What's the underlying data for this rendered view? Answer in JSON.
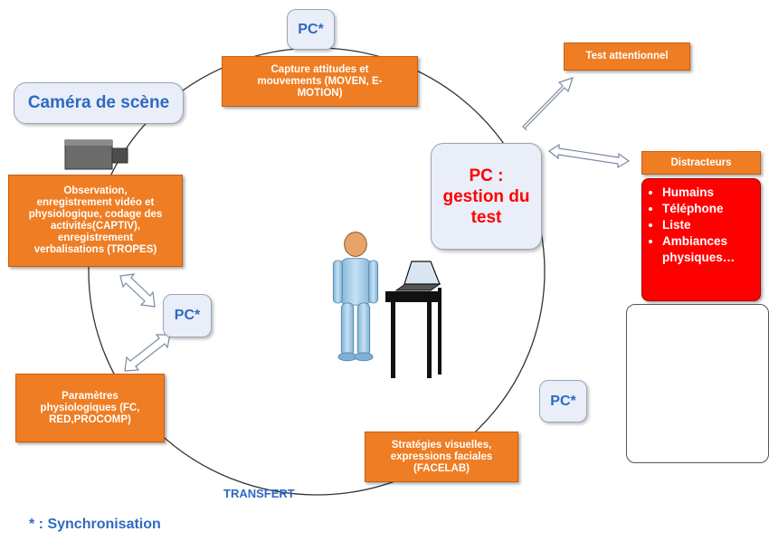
{
  "camera": {
    "title": "Caméra de scène"
  },
  "boxes": {
    "observation": {
      "lines": [
        "Observation,",
        "enregistrement vidéo et",
        "physiologique, codage des",
        "activités(CAPTIV),",
        "enregistrement",
        "verbalisations (TROPES)"
      ]
    },
    "capture": {
      "lines": [
        "Capture attitudes et",
        "mouvements (MOVEN, E-",
        "MOTION)"
      ]
    },
    "test_attentionnel": {
      "lines": [
        "Test attentionnel"
      ]
    },
    "distracteurs": {
      "lines": [
        "Distracteurs"
      ]
    },
    "parametres": {
      "lines": [
        "Paramètres",
        "physiologiques (FC,",
        "RED,PROCOMP)"
      ]
    },
    "strategies": {
      "lines": [
        "Stratégies visuelles,",
        "expressions faciales",
        "(FACELAB)"
      ]
    }
  },
  "pc_badges": {
    "top": "PC*",
    "left": "PC*",
    "bottom_right": "PC*"
  },
  "pc_main": {
    "line1": "PC :",
    "line2": "gestion du",
    "line3": "test"
  },
  "distractors_list": [
    "Humains",
    "Téléphone",
    "Liste",
    "Ambiances",
    "physiques…"
  ],
  "labels": {
    "transfert": "TRANSFERT",
    "sync": "* : Synchronisation"
  },
  "colors": {
    "orange": "#ef7d23",
    "red": "#ff0000",
    "blue": "#2f69c2",
    "pale_blue": "#e9eef8",
    "figure_blue": "#a8cde6"
  }
}
